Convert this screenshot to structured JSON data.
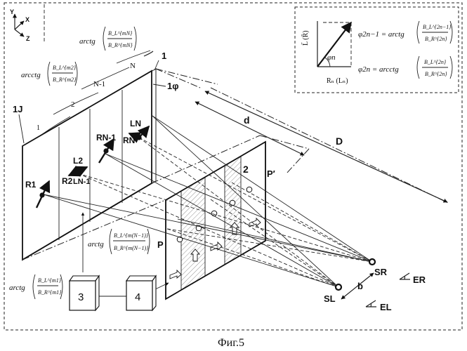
{
  "figure": {
    "caption": "Фиг.5",
    "axes": {
      "x": "X",
      "y": "Y",
      "z": "Z"
    },
    "inset": {
      "axis_vertical": "L̄ (R̄)",
      "axis_horizontal": "Rₙ (Lₙ)",
      "angle": "φn",
      "eq1_lhs": "φ2n−1 = arctg",
      "eq1_num": "B_L^{2n−1}",
      "eq1_den": "B_R^{2n}",
      "eq2_lhs": "φ2n = arcctg",
      "eq2_num": "B_L^{2n}",
      "eq2_den": "B_R^{2n}"
    },
    "formulas": {
      "f_top_fn": "arctg",
      "f_top_num": "B_L^{mN}",
      "f_top_den": "B_R^{mN}",
      "f_left_fn": "arcctg",
      "f_left_num": "B_L^{m2}",
      "f_left_den": "B_R^{m2}",
      "f_mid_fn": "arctg",
      "f_mid_num": "B_L^{m(N−1)}",
      "f_mid_den": "B_R^{m(N−1)}",
      "f_bot_fn": "arctg",
      "f_bot_num": "B_L^{m1}",
      "f_bot_den": "B_R^{m1}"
    },
    "labels": {
      "one_top": "1",
      "one_phi": "1φ",
      "one_j": "1J",
      "col1": "1",
      "col2": "2",
      "colN1": "N-1",
      "colN": "N",
      "R1": "R1",
      "R2": "R2",
      "L2": "L2",
      "LN1": "LN-1",
      "RN1": "RN-1",
      "RN": "RN",
      "LN": "LN",
      "d": "d",
      "D": "D",
      "two": "2",
      "P": "P",
      "Pprime": "P′",
      "SR": "SR",
      "SL": "SL",
      "b": "b",
      "ER": "ER",
      "EL": "EL"
    },
    "boxes": {
      "box3": "3",
      "box4": "4"
    }
  }
}
